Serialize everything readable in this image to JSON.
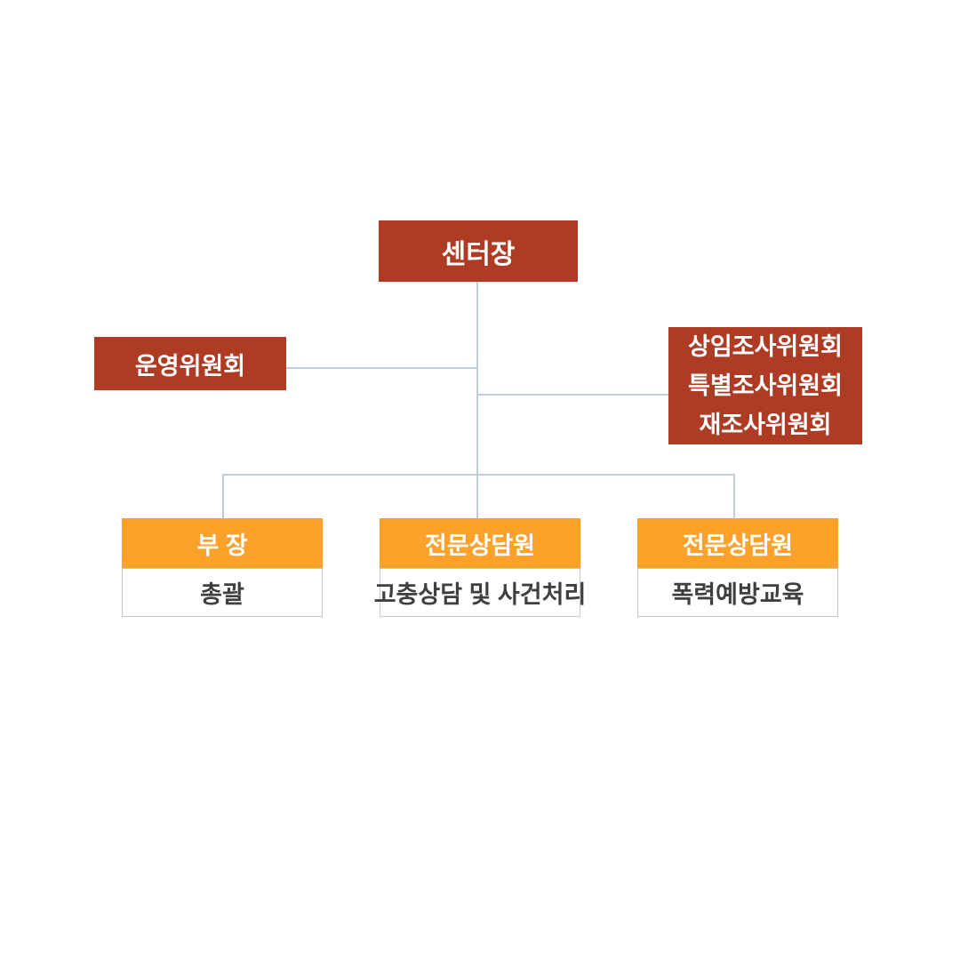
{
  "org_chart": {
    "root": {
      "label": "센터장"
    },
    "steering_committee": {
      "label": "운영위원회"
    },
    "investigation_committees": {
      "lines": [
        "상임조사위원회",
        "특별조사위원회",
        "재조사위원회"
      ]
    },
    "departments": [
      {
        "title": "부 장",
        "role": "총괄"
      },
      {
        "title": "전문상담원",
        "role": "고충상담 및 사건처리"
      },
      {
        "title": "전문상담원",
        "role": "폭력예방교육"
      }
    ],
    "colors": {
      "committee_box": "#AE3B24",
      "department_header": "#FCA12A",
      "connector_line": "#C3CCDA",
      "department_body_border": "#C6C6C6",
      "department_body_text": "#3F3F3F"
    }
  }
}
